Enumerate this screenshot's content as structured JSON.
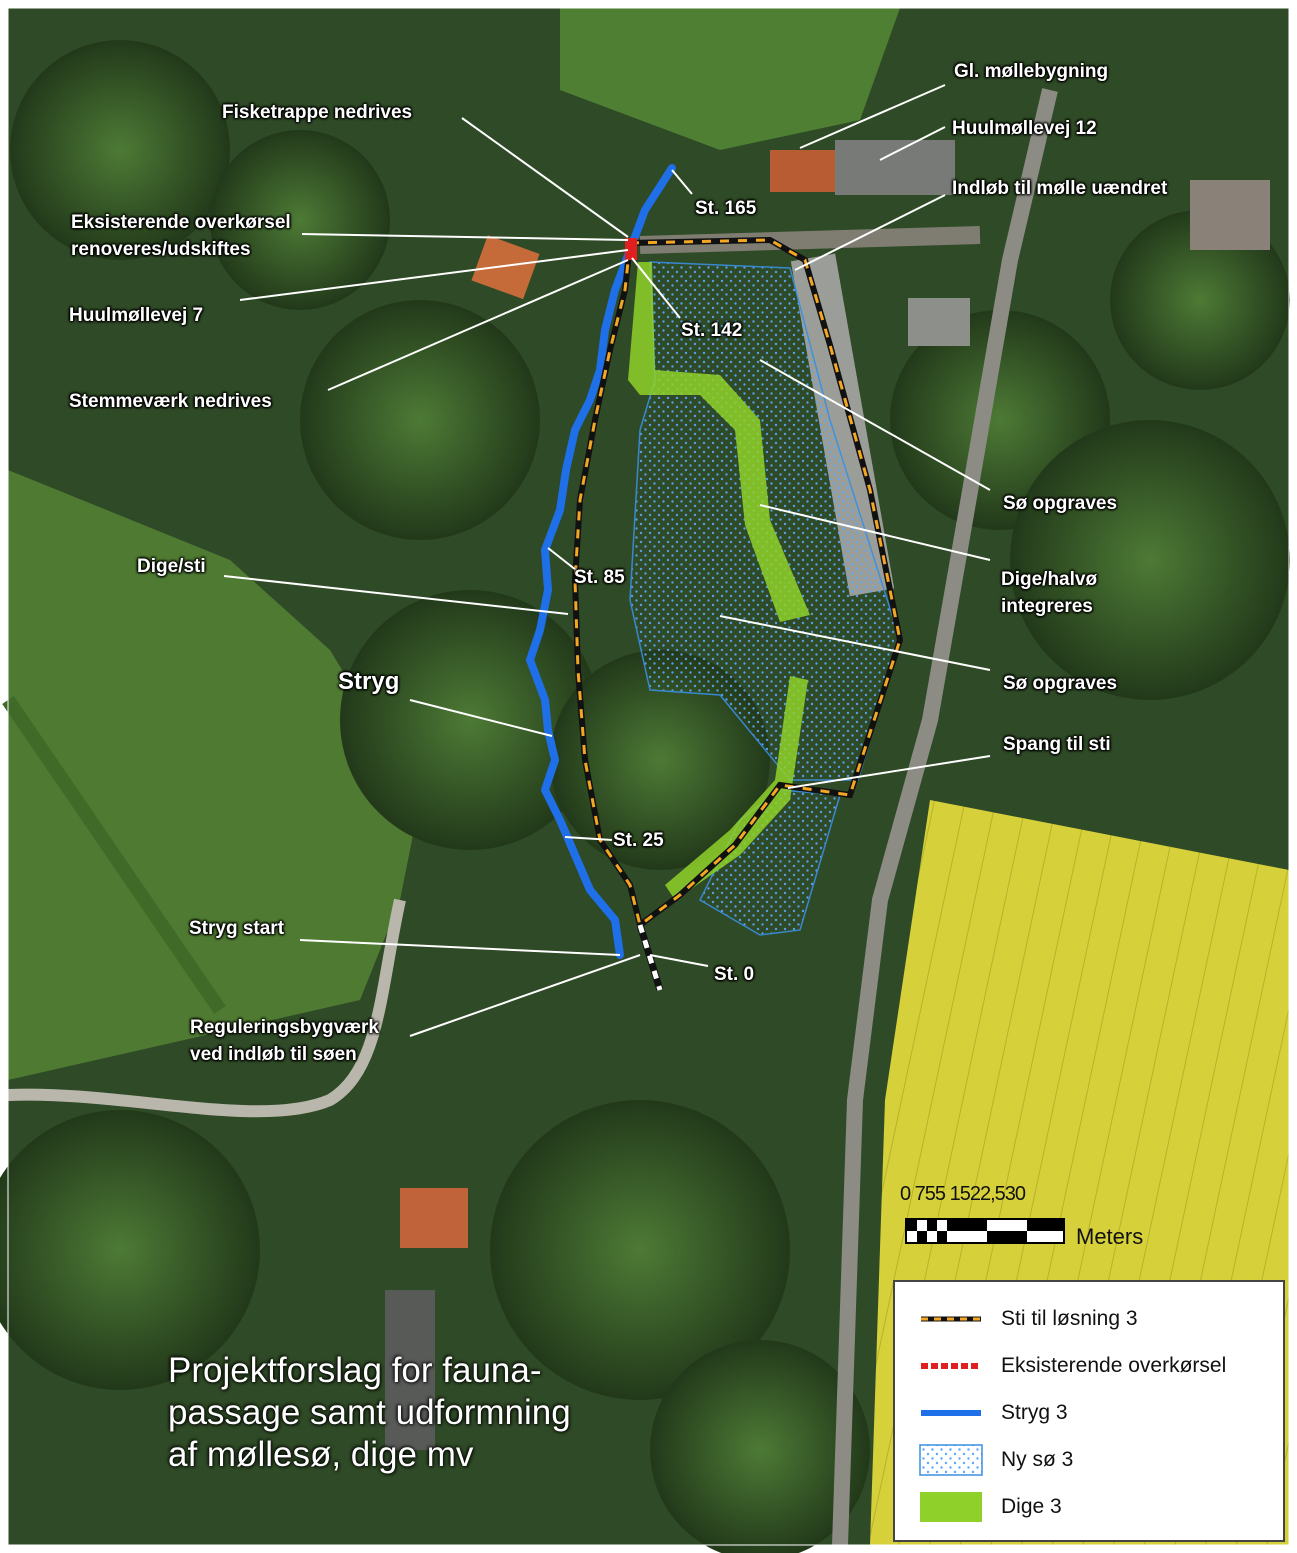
{
  "labels": {
    "gl_mollebygning": "Gl. møllebygning",
    "huulmollevej12": "Huulmøllevej 12",
    "indlob": "Indløb til mølle uændret",
    "fisketrappe": "Fisketrappe nedrives",
    "st165": "St. 165",
    "eksisterende_1": "Eksisterende overkørsel",
    "eksisterende_2": "renoveres/udskiftes",
    "huulmollevej7": "Huulmøllevej 7",
    "st142": "St. 142",
    "stemmevaerk": "Stemmeværk nedrives",
    "so_opgraves_1": "Sø opgraves",
    "dige_sti": "Dige/sti",
    "st85": "St. 85",
    "dige_halvo_1": "Dige/halvø",
    "dige_halvo_2": "integreres",
    "stryg": "Stryg",
    "so_opgraves_2": "Sø opgraves",
    "spang": "Spang til sti",
    "st25": "St. 25",
    "stryg_start": "Stryg start",
    "st0": "St. 0",
    "regulering_1": "Reguleringsbygværk",
    "regulering_2": "ved indløb til søen"
  },
  "title": {
    "line1": "Projektforslag for fauna-",
    "line2": "passage samt udformning",
    "line3": "af møllesø, dige mv"
  },
  "scale": {
    "numbers": "0 755 1522,530",
    "unit": "Meters"
  },
  "legend": {
    "items": [
      {
        "label": "Sti til løsning 3",
        "symbol": "black-orange-dashed-line"
      },
      {
        "label": "Eksisterende overkørsel",
        "symbol": "red-dashed-line"
      },
      {
        "label": "Stryg 3",
        "symbol": "blue-line"
      },
      {
        "label": "Ny sø 3",
        "symbol": "dotted-blue-fill"
      },
      {
        "label": "Dige 3",
        "symbol": "green-fill"
      }
    ]
  },
  "colors": {
    "path_black": "#111111",
    "path_orange": "#f5a623",
    "crossing_red": "#e02020",
    "stream_blue": "#1e6fe8",
    "lake_blue": "#3a8fe0",
    "dike_green": "#8fd12a",
    "forest": "#2e4a24",
    "field": "#d8d23a"
  }
}
